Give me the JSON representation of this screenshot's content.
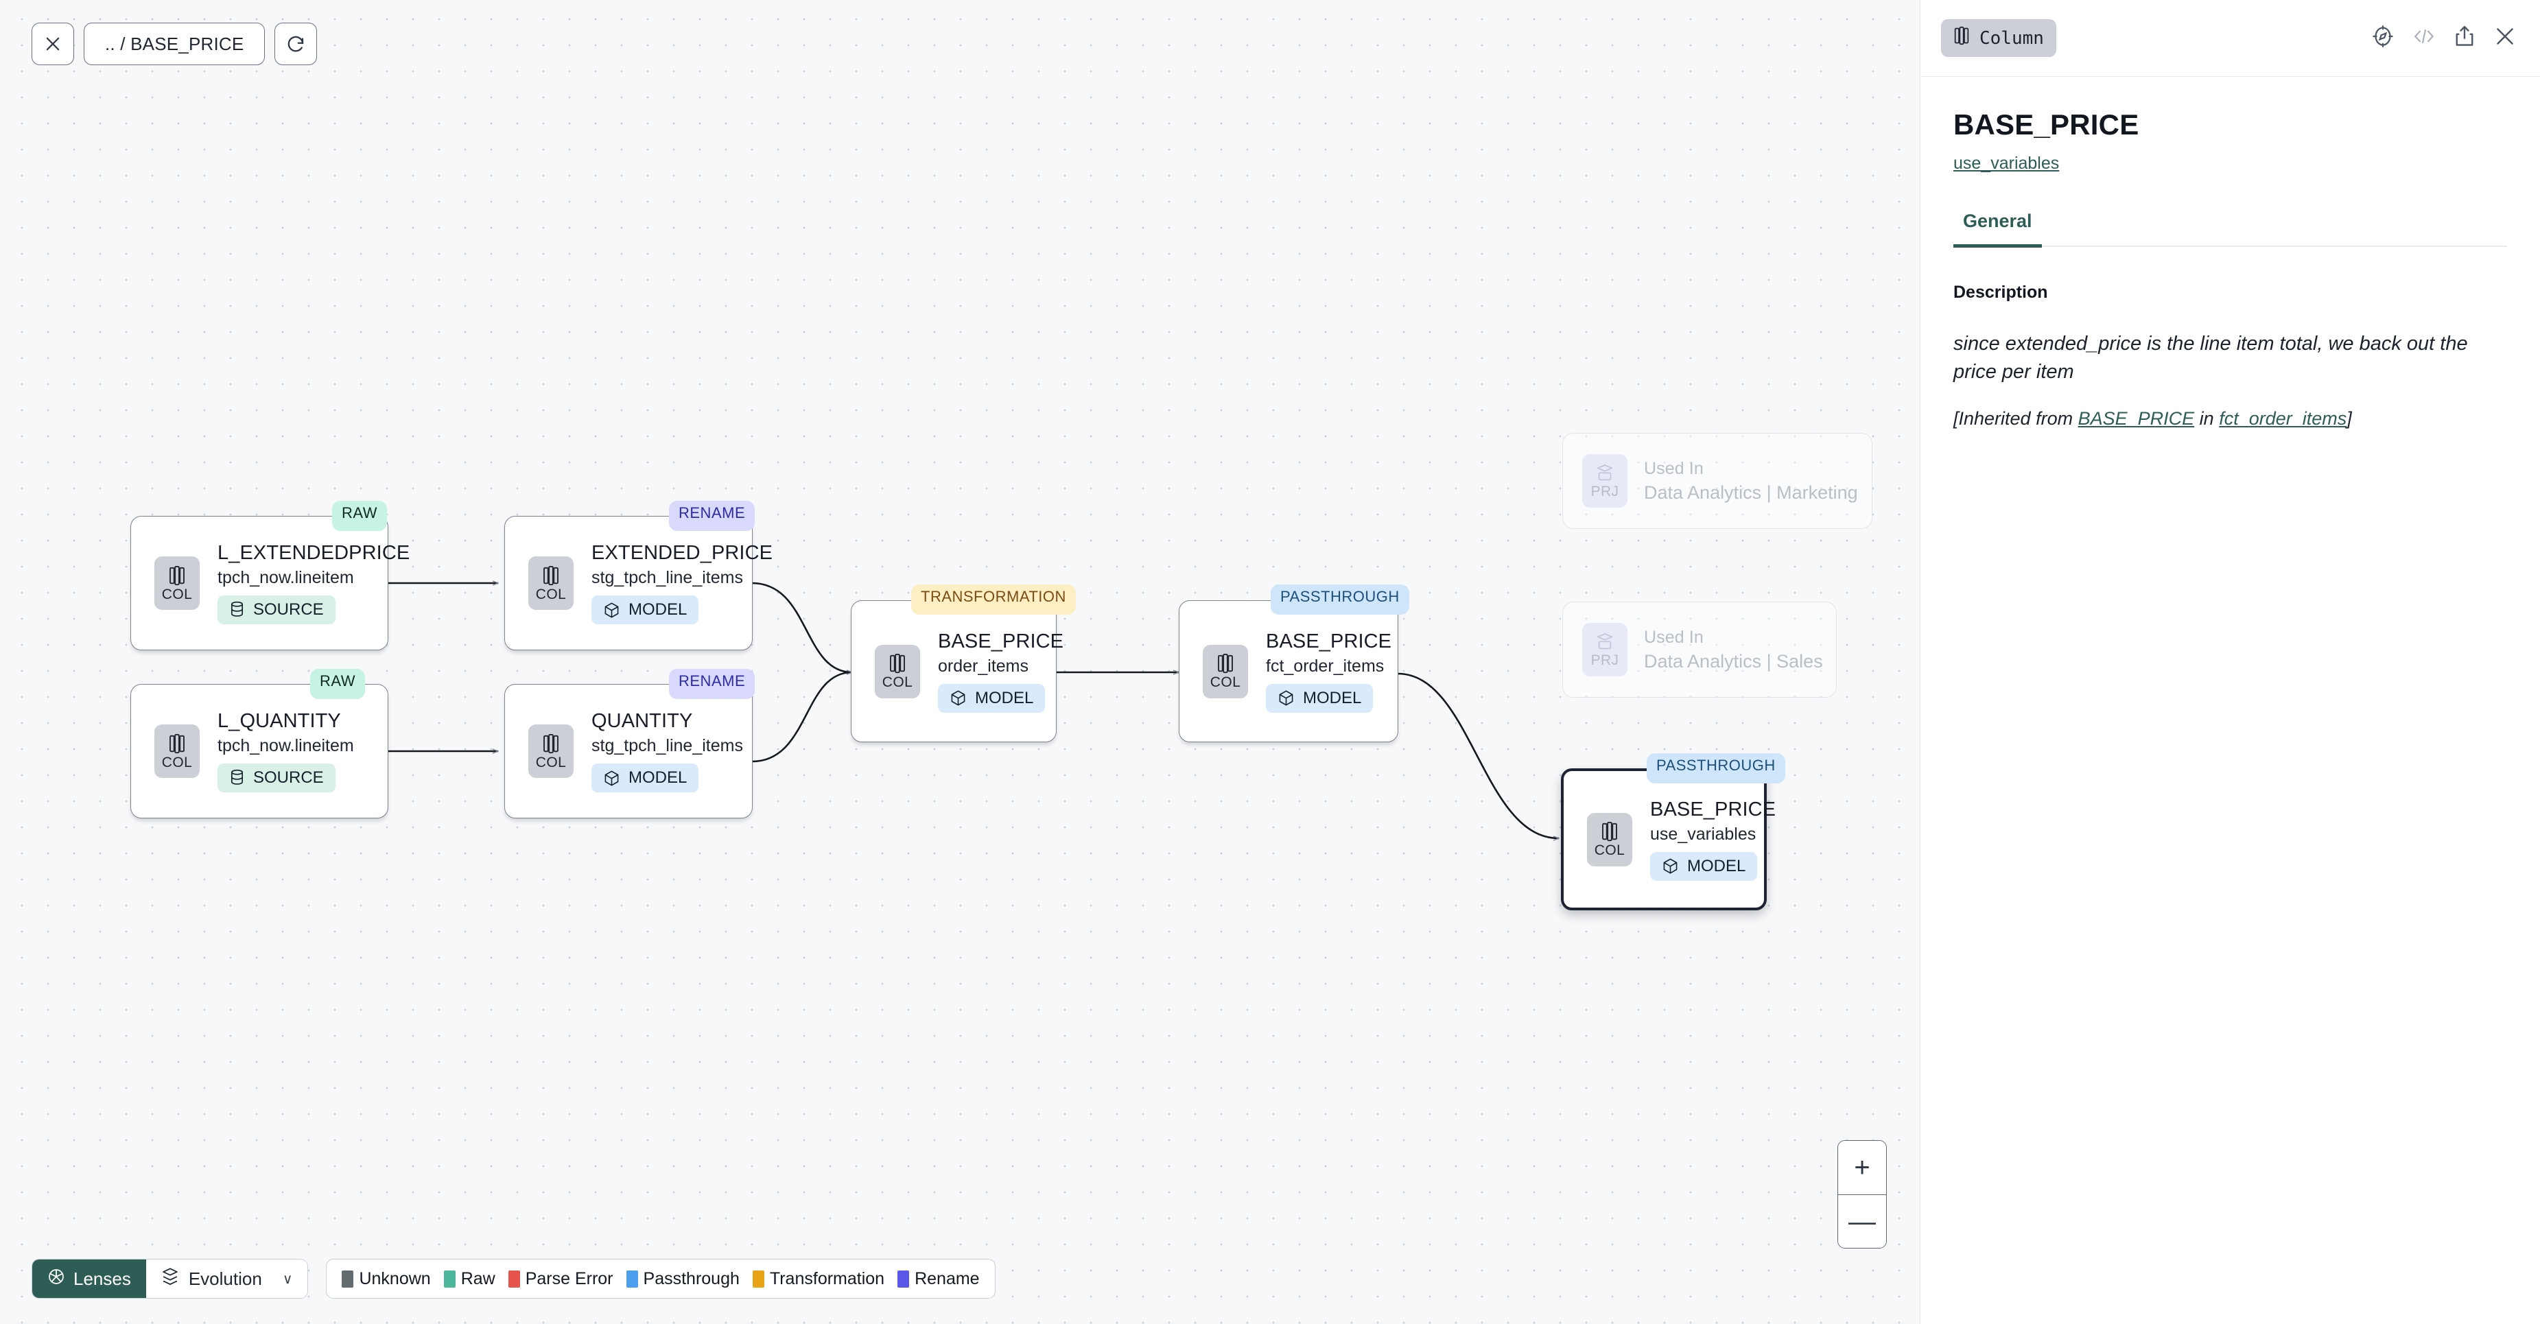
{
  "toolbar": {
    "close_icon": "close-icon",
    "breadcrumb": ".. / BASE_PRICE",
    "refresh_icon": "refresh-icon"
  },
  "graph": {
    "nodes": [
      {
        "id": "l_extendedprice",
        "title": "L_EXTENDEDPRICE",
        "subtitle": "tpch_now.lineitem",
        "chip": "COL",
        "materialization": "SOURCE",
        "mat_kind": "source",
        "tag": "RAW",
        "tag_kind": "raw",
        "selected": false
      },
      {
        "id": "l_quantity",
        "title": "L_QUANTITY",
        "subtitle": "tpch_now.lineitem",
        "chip": "COL",
        "materialization": "SOURCE",
        "mat_kind": "source",
        "tag": "RAW",
        "tag_kind": "raw",
        "selected": false
      },
      {
        "id": "extended_price",
        "title": "EXTENDED_PRICE",
        "subtitle": "stg_tpch_line_items",
        "chip": "COL",
        "materialization": "MODEL",
        "mat_kind": "model",
        "tag": "RENAME",
        "tag_kind": "rename",
        "selected": false
      },
      {
        "id": "quantity",
        "title": "QUANTITY",
        "subtitle": "stg_tpch_line_items",
        "chip": "COL",
        "materialization": "MODEL",
        "mat_kind": "model",
        "tag": "RENAME",
        "tag_kind": "rename",
        "selected": false
      },
      {
        "id": "base_price_order_items",
        "title": "BASE_PRICE",
        "subtitle": "order_items",
        "chip": "COL",
        "materialization": "MODEL",
        "mat_kind": "model",
        "tag": "TRANSFORMATION",
        "tag_kind": "transformation",
        "selected": false
      },
      {
        "id": "base_price_fct_order_items",
        "title": "BASE_PRICE",
        "subtitle": "fct_order_items",
        "chip": "COL",
        "materialization": "MODEL",
        "mat_kind": "model",
        "tag": "PASSTHROUGH",
        "tag_kind": "passthrough",
        "selected": false
      },
      {
        "id": "base_price_use_variables",
        "title": "BASE_PRICE",
        "subtitle": "use_variables",
        "chip": "COL",
        "materialization": "MODEL",
        "mat_kind": "model",
        "tag": "PASSTHROUGH",
        "tag_kind": "passthrough",
        "selected": true
      }
    ],
    "used_in": [
      {
        "id": "used_in_marketing",
        "chip": "PRJ",
        "label": "Used In",
        "name": "Data Analytics | Marketing"
      },
      {
        "id": "used_in_sales",
        "chip": "PRJ",
        "label": "Used In",
        "name": "Data Analytics | Sales"
      }
    ]
  },
  "bottom_bar": {
    "lenses_label": "Lenses",
    "lenses_icon": "aperture-icon",
    "evolution_label": "Evolution",
    "evolution_icon": "layers-icon",
    "evolution_caret": "∨",
    "legend": [
      {
        "label": "Unknown",
        "color": "#636b6f"
      },
      {
        "label": "Raw",
        "color": "#4cb79a"
      },
      {
        "label": "Parse Error",
        "color": "#e4544a"
      },
      {
        "label": "Passthrough",
        "color": "#4a9eeb"
      },
      {
        "label": "Transformation",
        "color": "#e8a317"
      },
      {
        "label": "Rename",
        "color": "#5b57e8"
      }
    ]
  },
  "zoom_controls": {
    "zoom_in": "+",
    "zoom_out": "—"
  },
  "panel": {
    "kind_badge": "Column",
    "kind_icon": "column-icon",
    "icons": [
      "compass-icon",
      "code-icon",
      "share-icon",
      "close-icon"
    ],
    "title": "BASE_PRICE",
    "model_link": "use_variables",
    "tabs": [
      {
        "label": "General",
        "active": true
      }
    ],
    "description_label": "Description",
    "description_text": "since extended_price is the line item total, we back out the price per item",
    "inherited_prefix": "[Inherited from ",
    "inherited_column": "BASE_PRICE",
    "inherited_middle": " in ",
    "inherited_model": "fct_order_items",
    "inherited_suffix": "]"
  }
}
